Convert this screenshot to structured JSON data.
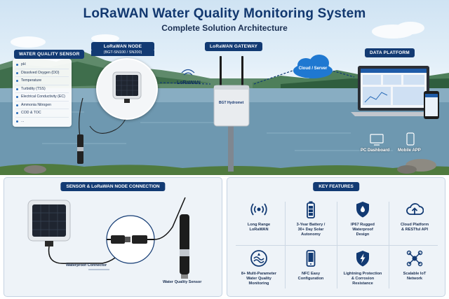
{
  "header": {
    "title": "LoRaWAN Water Quality Monitoring System",
    "subtitle": "Complete Solution Architecture"
  },
  "water_quality_sensor": {
    "label": "WATER QUALITY SENSOR",
    "items": [
      "pH",
      "Dissolved Oxygen (DO)",
      "Temperature",
      "Turbidity (TSS)",
      "Electrical Conductivity (EC)",
      "Ammonia Nitrogen",
      "COD & TOC",
      "..."
    ]
  },
  "lorawan_node": {
    "label": "LoRaWAN NODE",
    "model": "(BGT-SN100 / SN200)"
  },
  "link_label": "LoRaWAN",
  "gateway": {
    "label": "LoRaWAN GATEWAY",
    "brand": "BGT Hydromet"
  },
  "cloud": {
    "label": "Cloud / Server"
  },
  "data_platform": {
    "label": "DATA PLATFORM",
    "pc_label": "PC Dashboard",
    "mobile_label": "Mobile APP"
  },
  "connection_panel": {
    "title": "SENSOR & LoRaWAN NODE CONNECTION",
    "connector_label": "Waterproof Connector",
    "sensor_label": "Water Quality Sensor"
  },
  "features_panel": {
    "title": "KEY FEATURES",
    "items": [
      {
        "icon": "wireless-signal-icon",
        "text": "Long Range\nLoRaWAN"
      },
      {
        "icon": "battery-icon",
        "text": "3-Year Battery /\n30+ Day Solar\nAutonomy"
      },
      {
        "icon": "shield-icon",
        "text": "IP67 Rugged\nWaterproof\nDesign"
      },
      {
        "icon": "cloud-upload-icon",
        "text": "Cloud Platform\n& RESTful API"
      },
      {
        "icon": "water-wave-icon",
        "text": "8+ Multi-Parameter\nWater Quality\nMonitoring"
      },
      {
        "icon": "smartphone-icon",
        "text": "NFC Easy\nConfiguration"
      },
      {
        "icon": "lightning-shield-icon",
        "text": "Lightning Protection\n& Corrosion\nResistance"
      },
      {
        "icon": "network-nodes-icon",
        "text": "Scalable IoT\nNetwork"
      }
    ]
  },
  "colors": {
    "navy": "#123a73",
    "title_blue": "#12386f",
    "accent_blue": "#2a6cb8"
  }
}
